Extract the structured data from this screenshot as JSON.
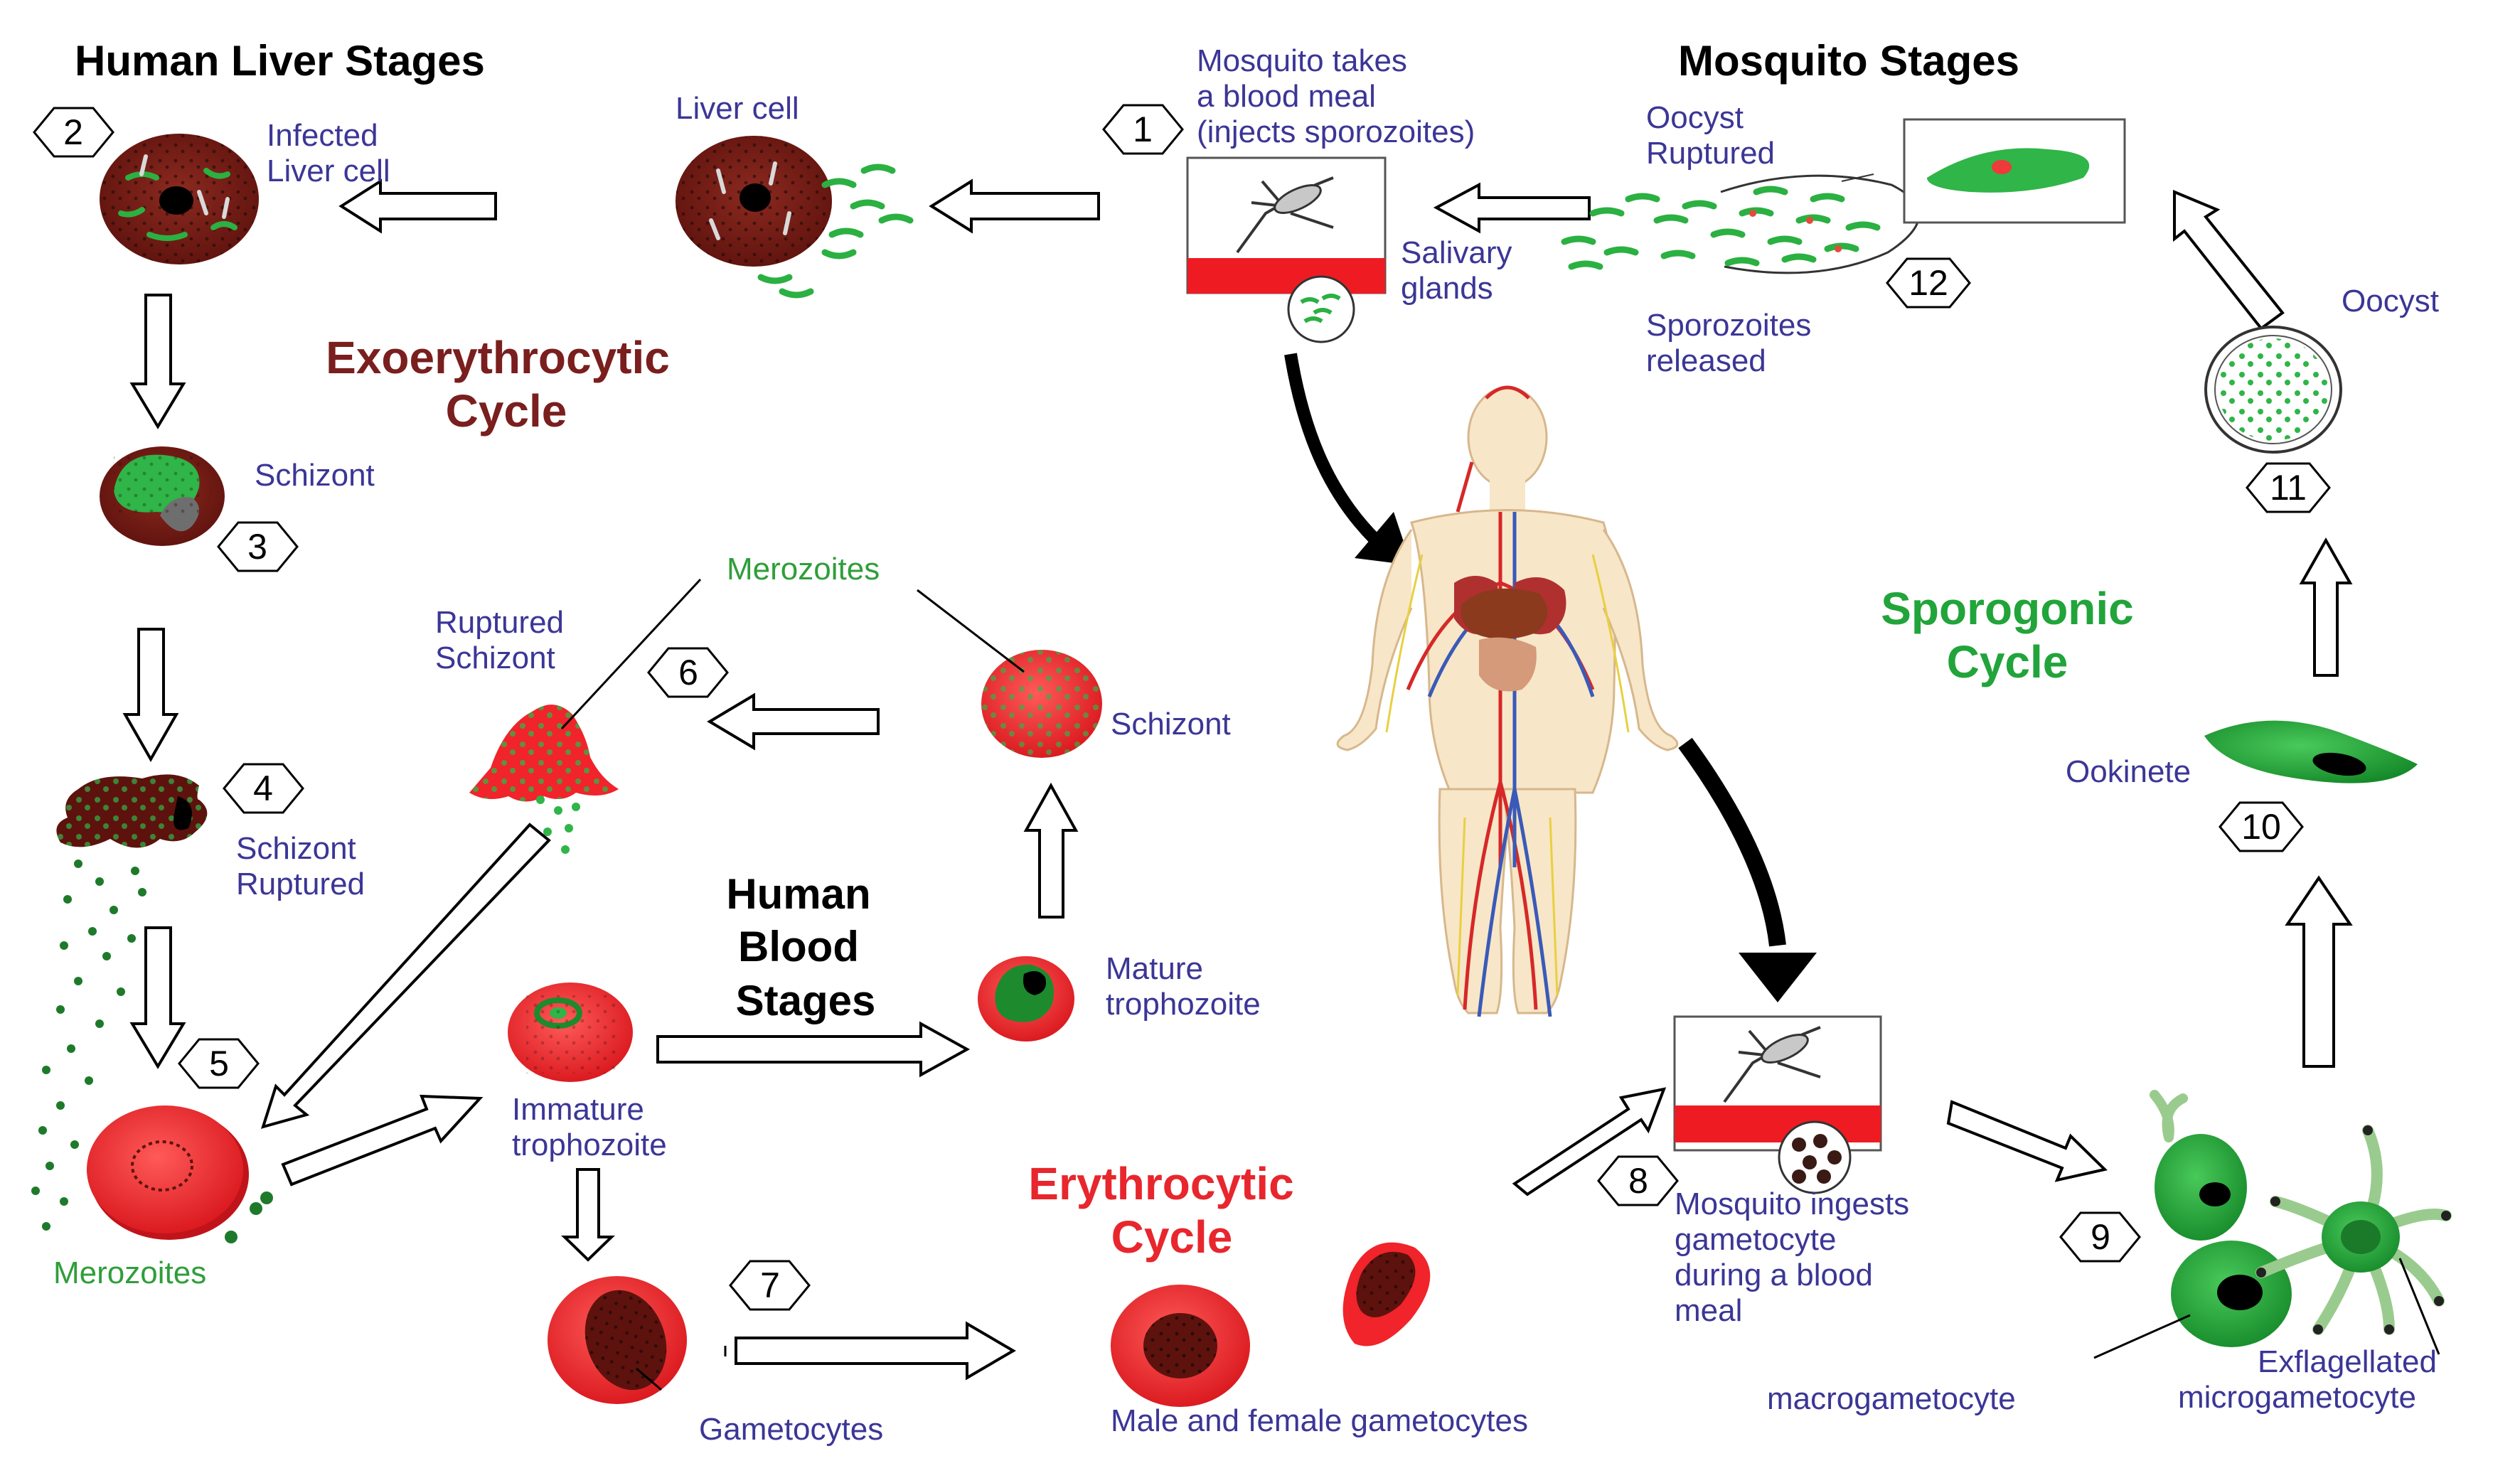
{
  "headers": {
    "liver": "Human Liver Stages",
    "mosquito": "Mosquito Stages",
    "blood": [
      "Human",
      "Blood",
      "Stages"
    ]
  },
  "cycles": {
    "exo": [
      "Exoerythrocytic",
      "Cycle"
    ],
    "ery": [
      "Erythrocytic",
      "Cycle"
    ],
    "spo": [
      "Sporogonic",
      "Cycle"
    ]
  },
  "steps": [
    "1",
    "2",
    "3",
    "4",
    "5",
    "6",
    "7",
    "8",
    "9",
    "10",
    "11",
    "12"
  ],
  "labels": {
    "mosquito_meal": [
      "Mosquito takes",
      "a blood meal",
      "(injects sporozoites)"
    ],
    "liver_cell": "Liver cell",
    "infected_liver_cell": [
      "Infected",
      "Liver cell"
    ],
    "schizont_liver": "Schizont",
    "schizont_ruptured": [
      "Schizont",
      "Ruptured"
    ],
    "merozoites_bottom": "Merozoites",
    "ruptured_schizont": [
      "Ruptured",
      "Schizont"
    ],
    "merozoites_top": "Merozoites",
    "schizont_blood": "Schizont",
    "mature_trophozoite": [
      "Mature",
      "trophozoite"
    ],
    "immature_trophozoite": [
      "Immature",
      "trophozoite"
    ],
    "gametocytes": "Gametocytes",
    "male_female_gametocytes": "Male and female gametocytes",
    "salivary_glands": [
      "Salivary",
      "glands"
    ],
    "oocyst_ruptured": [
      "Oocyst",
      "Ruptured"
    ],
    "sporozoites_released": [
      "Sporozoites",
      "released"
    ],
    "oocyst": "Oocyst",
    "ookinete": "Ookinete",
    "mosquito_ingests": [
      "Mosquito ingests",
      "gametocyte",
      "during a blood",
      "meal"
    ],
    "macrogametocyte": "macrogametocyte",
    "microgametocyte": [
      "Exflagellated",
      "microgametocyte"
    ]
  },
  "colors": {
    "label": "#3b3696",
    "green_label": "#2f9e3a",
    "exo_cycle": "#7a1e1e",
    "ery_cycle": "#e8262d",
    "spo_cycle": "#21a43a",
    "liver_cell": "#7a1a14",
    "red_cell": "#f0242a",
    "parasite_green": "#27a33a"
  }
}
